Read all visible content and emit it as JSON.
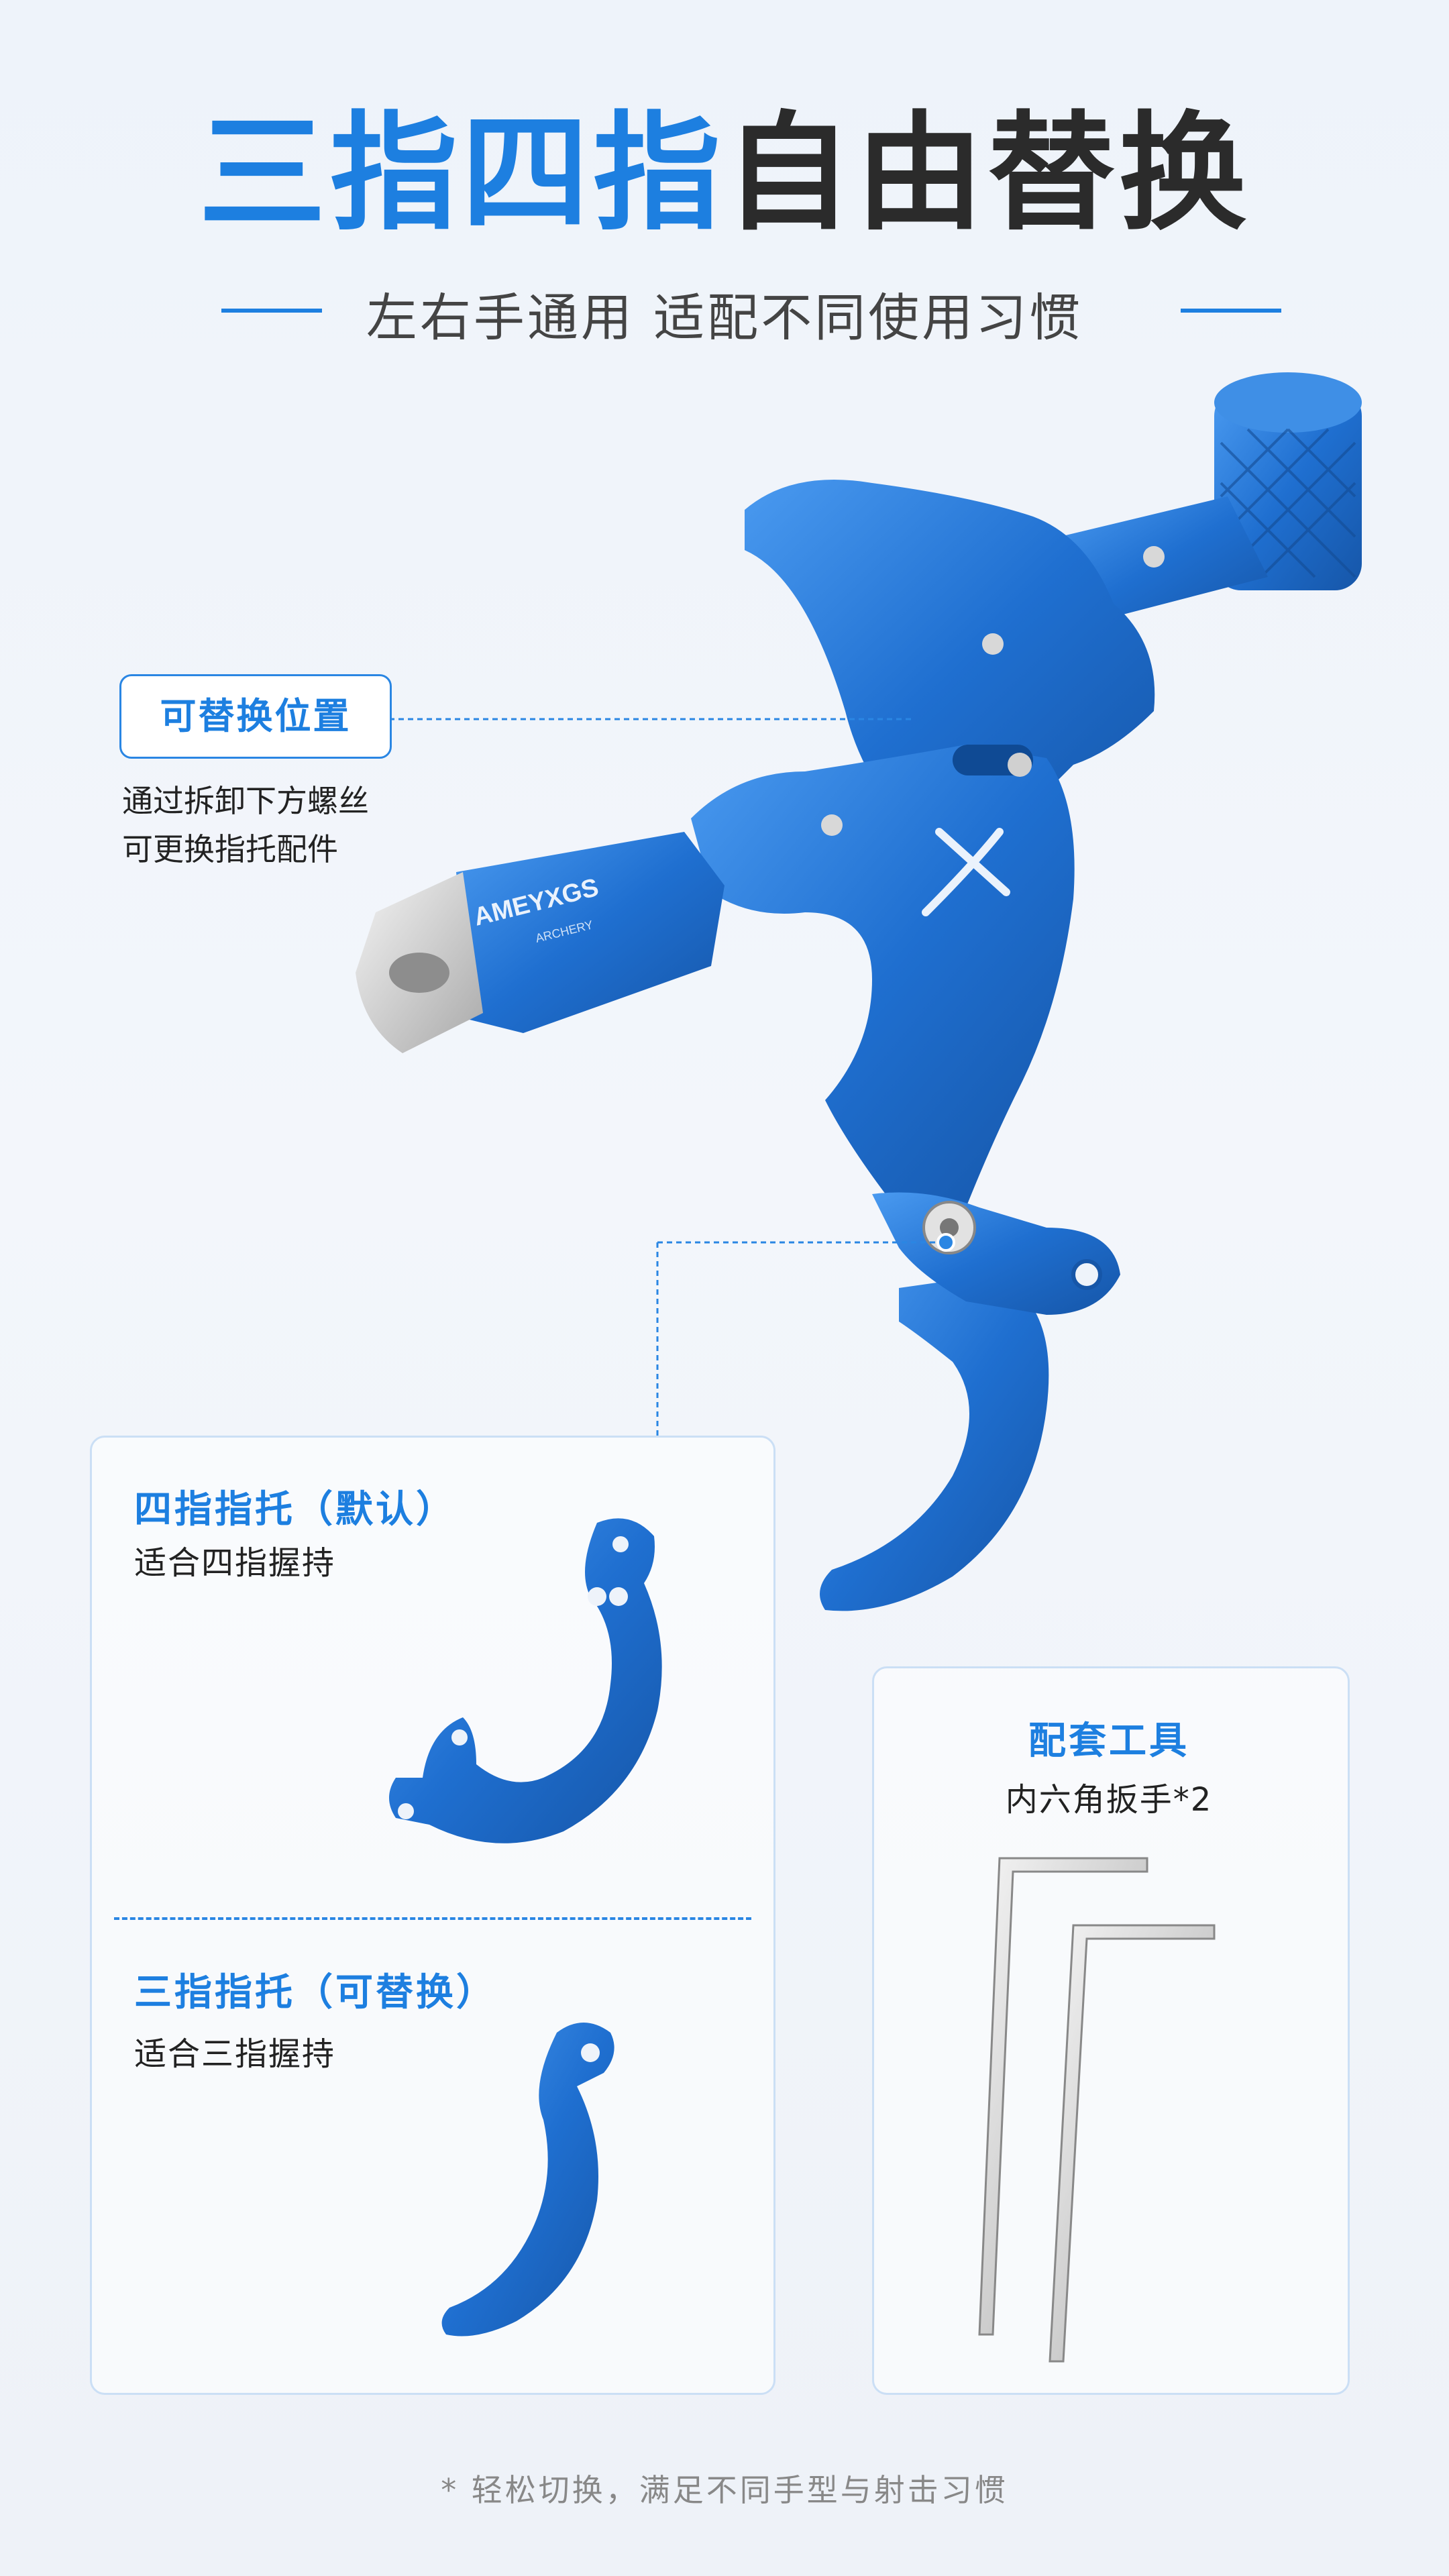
{
  "header": {
    "title_blue": "三指四指",
    "title_dark": "自由替换",
    "subtitle": "左右手通用 适配不同使用习惯"
  },
  "callout": {
    "label": "可替换位置",
    "desc_line1": "通过拆卸下方螺丝",
    "desc_line2": "可更换指托配件"
  },
  "product": {
    "brand": "AMEYXGS",
    "brand_sub": "ARCHERY"
  },
  "panel_left": {
    "four_finger_title": "四指指托（默认）",
    "four_finger_desc": "适合四指握持",
    "three_finger_title": "三指指托（可替换）",
    "three_finger_desc": "适合三指握持"
  },
  "panel_right": {
    "title": "配套工具",
    "desc": "内六角扳手*2"
  },
  "footer": {
    "note": "* 轻松切换，满足不同手型与射击习惯"
  },
  "colors": {
    "accent": "#1d7fe0",
    "product_blue": "#1f6fd0"
  }
}
